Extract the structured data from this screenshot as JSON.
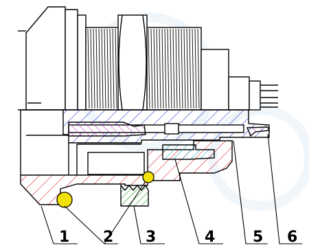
{
  "callouts": [
    {
      "id": "1",
      "label": "1"
    },
    {
      "id": "2",
      "label": "2"
    },
    {
      "id": "3",
      "label": "3"
    },
    {
      "id": "4",
      "label": "4"
    },
    {
      "id": "5",
      "label": "5"
    },
    {
      "id": "6",
      "label": "6"
    }
  ],
  "colors": {
    "outline": "#000000",
    "red_hatch": "#e03a3a",
    "blue_hatch": "#3a4ad0",
    "magenta_hatch": "#c040c0",
    "cyan_hatch": "#20a8c8",
    "green_hatch": "#28a028",
    "seal_fill": "#f2e20a"
  }
}
